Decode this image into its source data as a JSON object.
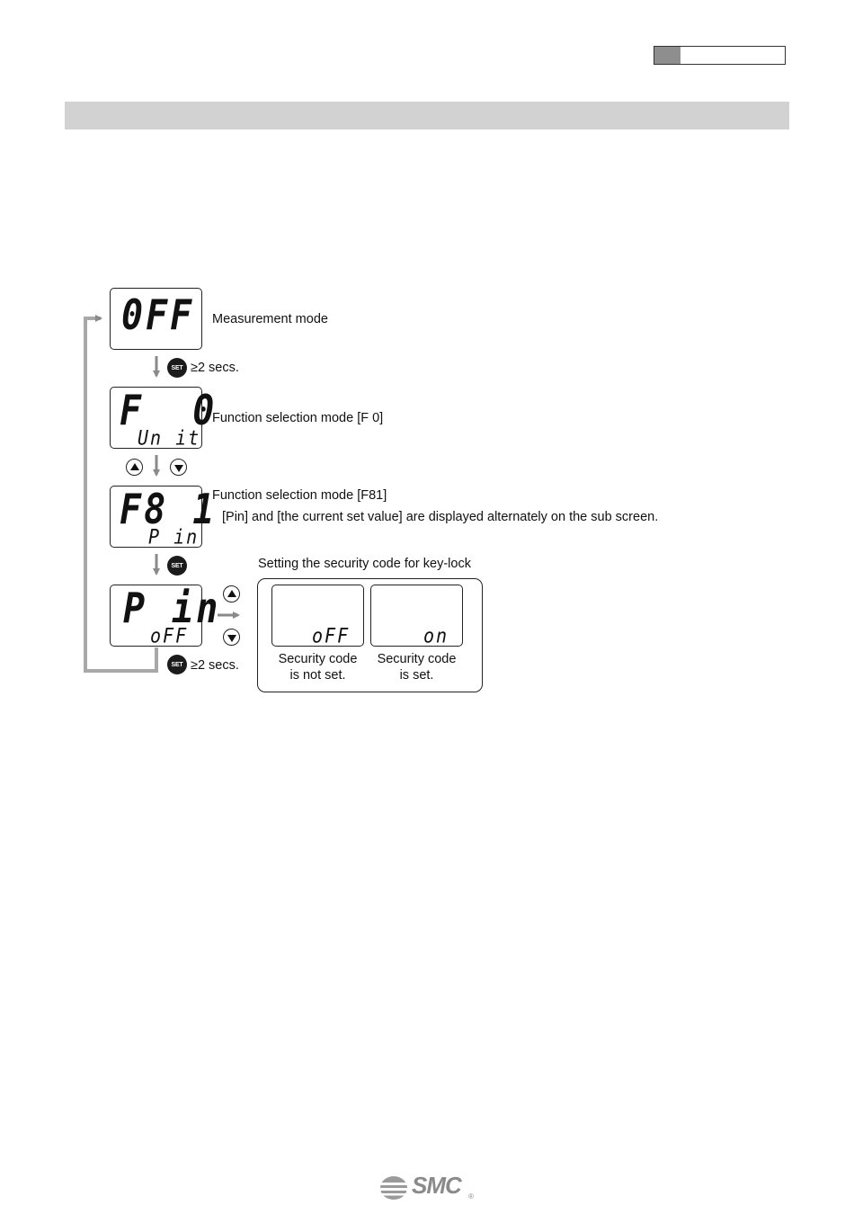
{
  "diagram": {
    "lcd_measurement": {
      "main": "0FF"
    },
    "lcd_f0": {
      "main": "F  0",
      "sub": "Un it"
    },
    "lcd_f81": {
      "main": "F8 1",
      "sub": "P in"
    },
    "lcd_pin": {
      "main": "P in",
      "sub": "oFF"
    },
    "labels": {
      "measurement_mode": "Measurement mode",
      "function_f0": "Function selection mode [F 0]",
      "function_f81": "Function selection mode [F81]",
      "f81_note": "[Pin] and [the current set value] are displayed alternately on the sub screen.",
      "security_title": "Setting the security code for key-lock"
    },
    "set_button_text": "SET",
    "hold_1": {
      "symbol": "≥",
      "text": "2 secs."
    },
    "hold_2": {
      "symbol": "≥",
      "text": "2 secs."
    },
    "options": [
      {
        "display": "oFF",
        "caption_line1": "Security code",
        "caption_line2": "is not set."
      },
      {
        "display": "on",
        "caption_line1": "Security code",
        "caption_line2": "is set."
      }
    ]
  },
  "footer": {
    "logo_text": "SMC",
    "registered": "®"
  }
}
